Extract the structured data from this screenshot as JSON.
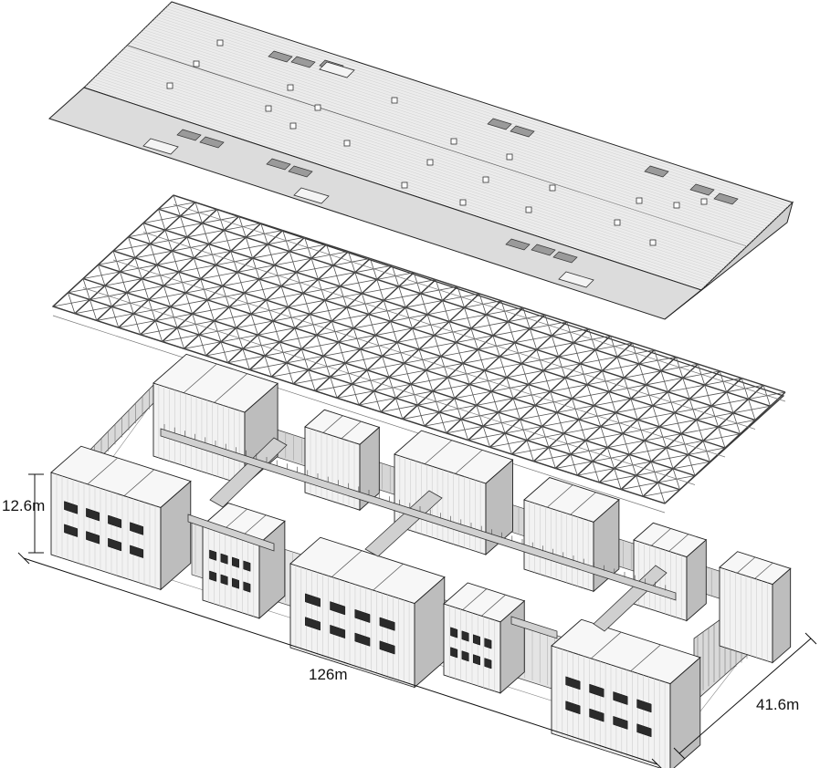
{
  "figure": {
    "layers": [
      "roof",
      "space-frame",
      "building-blocks"
    ]
  },
  "dimensions": {
    "height": "12.6m",
    "length": "126m",
    "width": "41.6m"
  },
  "colors": {
    "line": "#2a2a2a",
    "roof_fill": "#e9e9e9",
    "roof_side": "#d4d4d4",
    "frame": "#3a3a3a",
    "wall_light": "#f2f2f2",
    "wall_mid": "#d9d9d9",
    "wall_dark": "#bdbdbd",
    "window": "#2b2b2b"
  }
}
